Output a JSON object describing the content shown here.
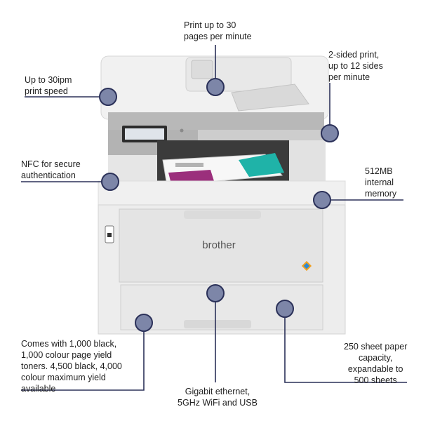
{
  "callouts": {
    "print_speed_ppm": [
      "Print up to 30",
      "pages per minute"
    ],
    "duplex": [
      "2-sided print,",
      "up to 12 sides",
      "per minute"
    ],
    "ipm": [
      "Up to 30ipm",
      "print speed"
    ],
    "nfc": [
      "NFC for secure",
      "authentication"
    ],
    "memory": [
      "512MB",
      "internal",
      "memory"
    ],
    "toners": [
      "Comes with 1,000 black,",
      "1,000 colour page yield",
      "toners. 4,500 black, 4,000",
      "colour maximum yield",
      "available"
    ],
    "connectivity": [
      "Gigabit ethernet,",
      "5GHz WiFi and USB"
    ],
    "paper": [
      "250 sheet paper",
      "capacity,",
      "expandable to",
      "500 sheets"
    ]
  },
  "printer": {
    "brand_label": "brother"
  },
  "colors": {
    "marker_fill": "#7d86a8",
    "marker_stroke": "#2b3159",
    "line": "#2b3159",
    "body": "#eeeeee",
    "panel": "#b9b9b9"
  }
}
